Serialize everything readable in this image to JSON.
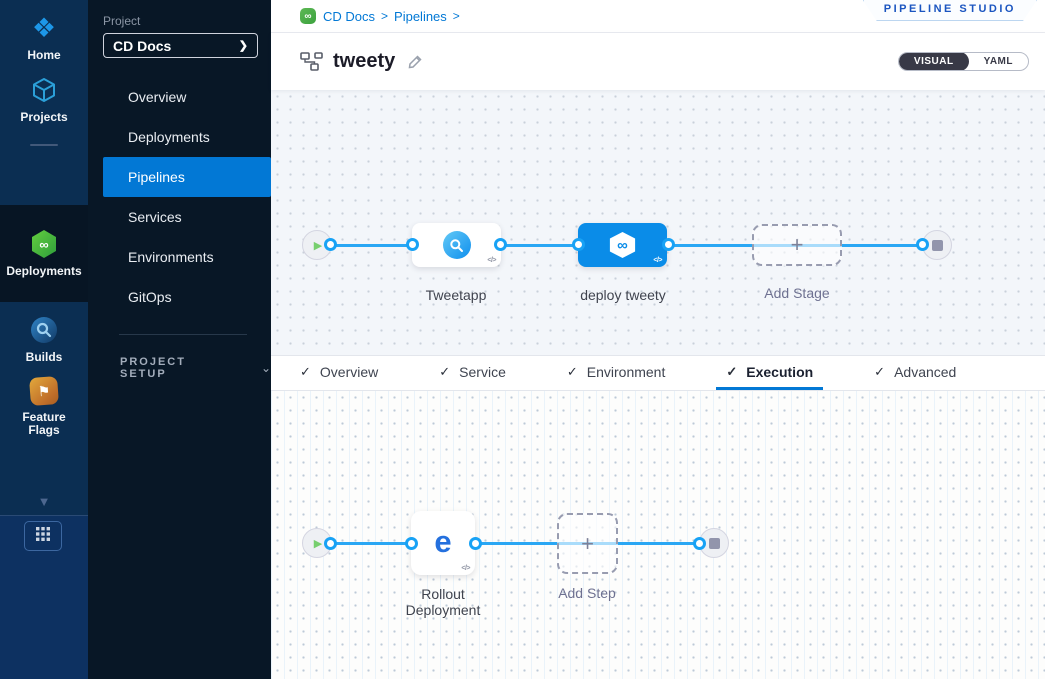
{
  "rail": {
    "items": [
      {
        "label": "Home"
      },
      {
        "label": "Projects"
      },
      {
        "label": "Deployments"
      },
      {
        "label": "Builds"
      },
      {
        "label": "Feature Flags"
      }
    ]
  },
  "sidebar": {
    "project_label": "Project",
    "project_name": "CD Docs",
    "items": [
      {
        "label": "Overview"
      },
      {
        "label": "Deployments"
      },
      {
        "label": "Pipelines",
        "active": true
      },
      {
        "label": "Services"
      },
      {
        "label": "Environments"
      },
      {
        "label": "GitOps"
      }
    ],
    "setup_label": "PROJECT SETUP"
  },
  "header": {
    "breadcrumb": {
      "items": [
        "CD Docs",
        "Pipelines"
      ],
      "separator": ">"
    },
    "studio_badge": "PIPELINE STUDIO",
    "pipeline_name": "tweety",
    "view_toggle": {
      "visual": "VISUAL",
      "yaml": "YAML"
    }
  },
  "stage_canvas": {
    "stages": [
      {
        "name": "Tweetapp"
      },
      {
        "name": "deploy tweety",
        "selected": true
      }
    ],
    "add_stage_label": "Add Stage"
  },
  "tabs": {
    "items": [
      {
        "label": "Overview"
      },
      {
        "label": "Service"
      },
      {
        "label": "Environment"
      },
      {
        "label": "Execution",
        "active": true
      },
      {
        "label": "Advanced"
      }
    ]
  },
  "execution_canvas": {
    "steps": [
      {
        "name": "Rollout Deployment",
        "icon_glyph": "e"
      }
    ],
    "add_step_label": "Add Step"
  },
  "glyphs": {
    "check": "✓",
    "plus": "+",
    "play": "▶",
    "code": "</>",
    "infinity": "∞",
    "home": "❖",
    "flag": "⚑",
    "chevron_right": "❯",
    "chevron_down": "⌄",
    "caret_down": "▼"
  },
  "colors": {
    "accent": "#0278d5",
    "connector": "#2aa7f4",
    "selected_stage": "#0a8ce8",
    "harness_green": "#42ab45",
    "rail_bg": "#0b2e52",
    "sidebar_bg": "#081726"
  }
}
